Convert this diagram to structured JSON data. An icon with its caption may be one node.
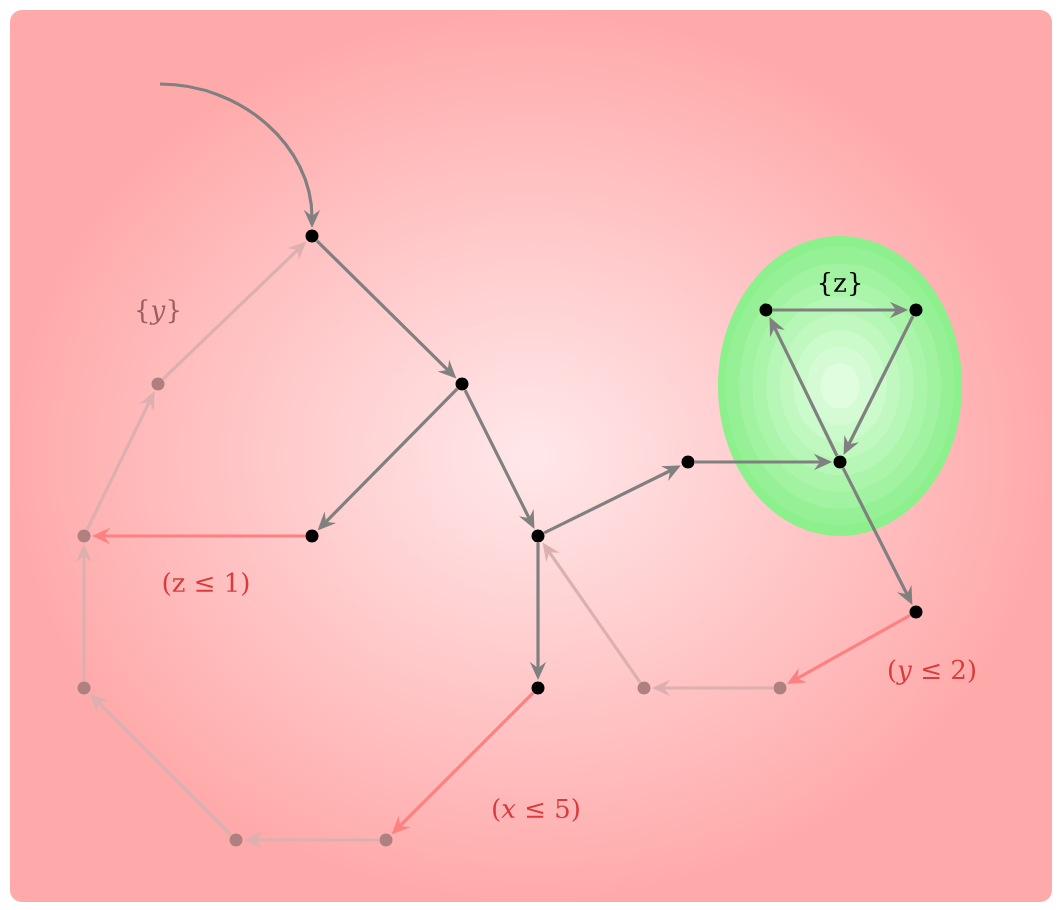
{
  "diagram": {
    "nodes": [
      {
        "text": [],
        "shape": "ellipse"
      },
      {
        "text": [],
        "shape": "dot"
      },
      {
        "text": [],
        "shape": "dot"
      },
      {
        "text": [],
        "shape": "dot"
      },
      {
        "text": [],
        "shape": "dot"
      },
      {
        "text": [],
        "shape": "dot"
      },
      {
        "text": [],
        "shape": "dot",
        "in": 0
      },
      {
        "text": [],
        "shape": "dot",
        "in": 0
      },
      {
        "text": [],
        "shape": "dot",
        "in": 0
      },
      {
        "text": [],
        "shape": "dot"
      },
      {
        "text": [],
        "shape": "dot"
      },
      {
        "text": [],
        "shape": "dot"
      },
      {
        "text": [],
        "shape": "dot"
      },
      {
        "text": [],
        "shape": "dot"
      },
      {
        "text": [],
        "shape": "dot"
      },
      {
        "text": [],
        "shape": "dot"
      },
      {
        "text": [],
        "shape": "dot"
      },
      {
        "text": [],
        "shape": "dot"
      }
    ],
    "edges": [
      {
        "from": null,
        "to": 1,
        "arrow": "to"
      },
      {
        "from": 1,
        "to": 2,
        "arrow": "to"
      },
      {
        "from": 2,
        "to": 3,
        "arrow": "to"
      },
      {
        "from": 2,
        "to": 4,
        "arrow": "to"
      },
      {
        "from": 4,
        "to": 5,
        "arrow": "to"
      },
      {
        "from": 5,
        "to": 8,
        "arrow": "to"
      },
      {
        "from": 8,
        "to": 6,
        "arrow": "to"
      },
      {
        "from": 6,
        "to": 7,
        "arrow": "to",
        "label": "{z}"
      },
      {
        "from": 7,
        "to": 8,
        "arrow": "to"
      },
      {
        "from": 8,
        "to": 9,
        "arrow": "to"
      },
      {
        "from": 4,
        "to": 10,
        "arrow": "to"
      },
      {
        "from": 9,
        "to": 17,
        "arrow": "to",
        "label": "(*y* ≤ 2)",
        "color": "#ff8080"
      },
      {
        "from": 17,
        "to": 16,
        "arrow": "to",
        "color": "#ddb0b0"
      },
      {
        "from": 16,
        "to": 4,
        "arrow": "to",
        "color": "#ddb0b0"
      },
      {
        "from": 10,
        "to": 15,
        "arrow": "to",
        "label": "(*x* ≤ 5)",
        "color": "#ff8080"
      },
      {
        "from": 15,
        "to": 14,
        "arrow": "to",
        "color": "#ddb0b0"
      },
      {
        "from": 14,
        "to": 13,
        "arrow": "to",
        "color": "#ddb0b0"
      },
      {
        "from": 13,
        "to": 12,
        "arrow": "to",
        "color": "#ddb0b0"
      },
      {
        "from": 3,
        "to": 12,
        "arrow": "to",
        "label": "(z ≤ 1)",
        "color": "#ff8080"
      },
      {
        "from": 12,
        "to": 11,
        "arrow": "to",
        "color": "#ddb0b0"
      },
      {
        "from": 11,
        "to": 1,
        "arrow": "to",
        "label": "{*y*}",
        "color": "#ddb0b0"
      }
    ]
  }
}
